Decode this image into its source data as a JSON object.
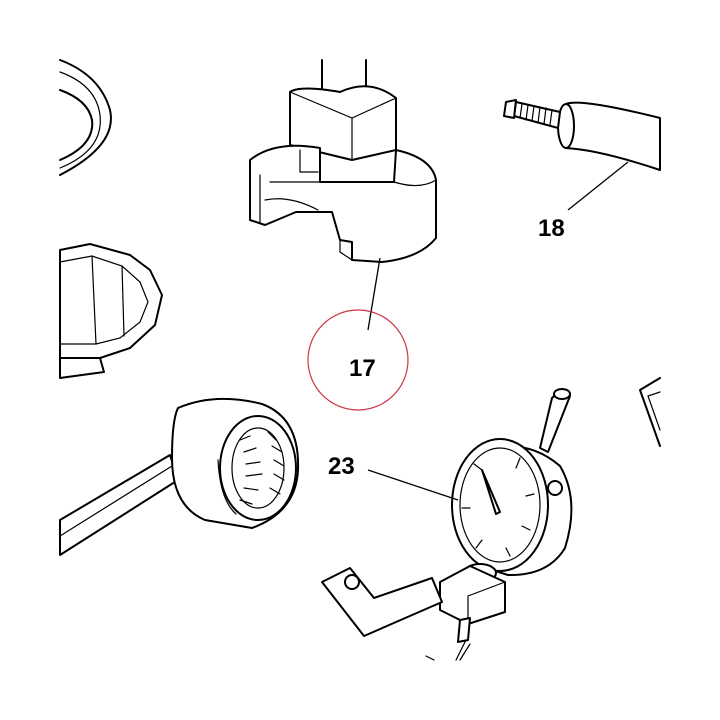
{
  "diagram": {
    "callouts": [
      {
        "id": "17",
        "label": "17",
        "highlighted": true
      },
      {
        "id": "18",
        "label": "18",
        "highlighted": false
      },
      {
        "id": "23",
        "label": "23",
        "highlighted": false
      }
    ],
    "highlight_color": "#cc3344"
  }
}
